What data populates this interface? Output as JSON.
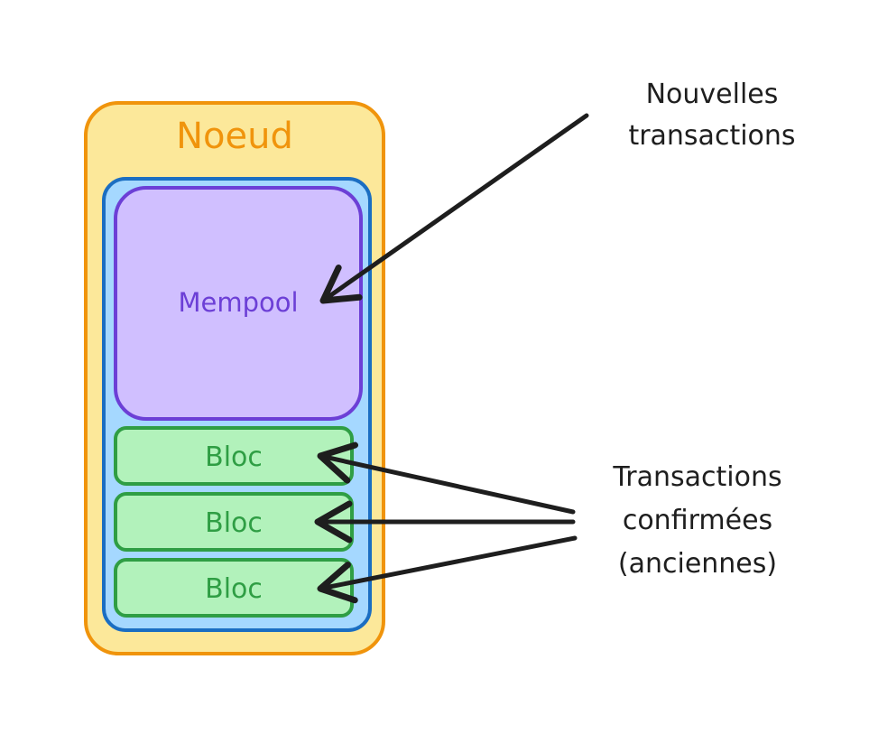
{
  "node": {
    "title": "Noeud",
    "fill": "#fce89a",
    "stroke": "#f0940c",
    "title_color": "#f0940c"
  },
  "storage": {
    "fill": "#a5d8ff",
    "stroke": "#1b6ec2"
  },
  "mempool": {
    "label": "Mempool",
    "fill": "#d0bfff",
    "stroke": "#6c3fd6",
    "text_color": "#6c3fd6"
  },
  "blocks": {
    "fill": "#b2f2bb",
    "stroke": "#2f9e44",
    "text_color": "#2f9e44",
    "items": [
      {
        "label": "Bloc"
      },
      {
        "label": "Bloc"
      },
      {
        "label": "Bloc"
      }
    ]
  },
  "annotations": {
    "new_transactions": {
      "line1": "Nouvelles",
      "line2": "transactions"
    },
    "confirmed_transactions": {
      "line1": "Transactions",
      "line2": "confirmées",
      "line3": "(anciennes)"
    },
    "arrow_color": "#1e1e1e"
  }
}
